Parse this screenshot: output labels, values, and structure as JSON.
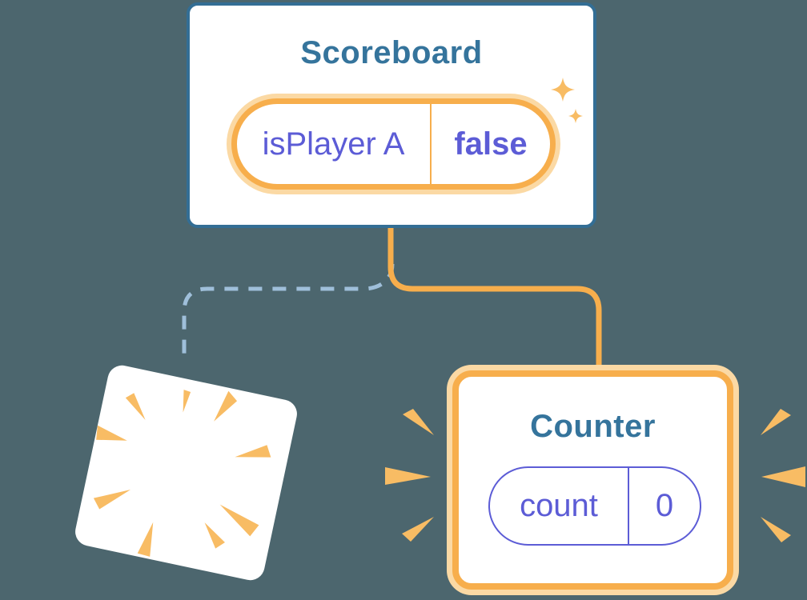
{
  "scoreboard": {
    "title": "Scoreboard",
    "state": {
      "name": "isPlayer A",
      "value": "false"
    }
  },
  "counter": {
    "title": "Counter",
    "state": {
      "name": "count",
      "value": "0"
    }
  },
  "icons": {
    "sparkles": "sparkles-icon",
    "burst": "burst-rays-icon",
    "emphasis": "emphasis-rays-icon"
  },
  "colors": {
    "background": "#4C666E",
    "card_border": "#336E95",
    "title_text": "#35749C",
    "orange": "#F7AE4C",
    "orange_glow": "#FBD9A4",
    "ray_orange": "#F8BC64",
    "purple": "#5C5CD6",
    "dashed_blue": "#9FBFDA",
    "card_bg": "#FFFFFF"
  }
}
